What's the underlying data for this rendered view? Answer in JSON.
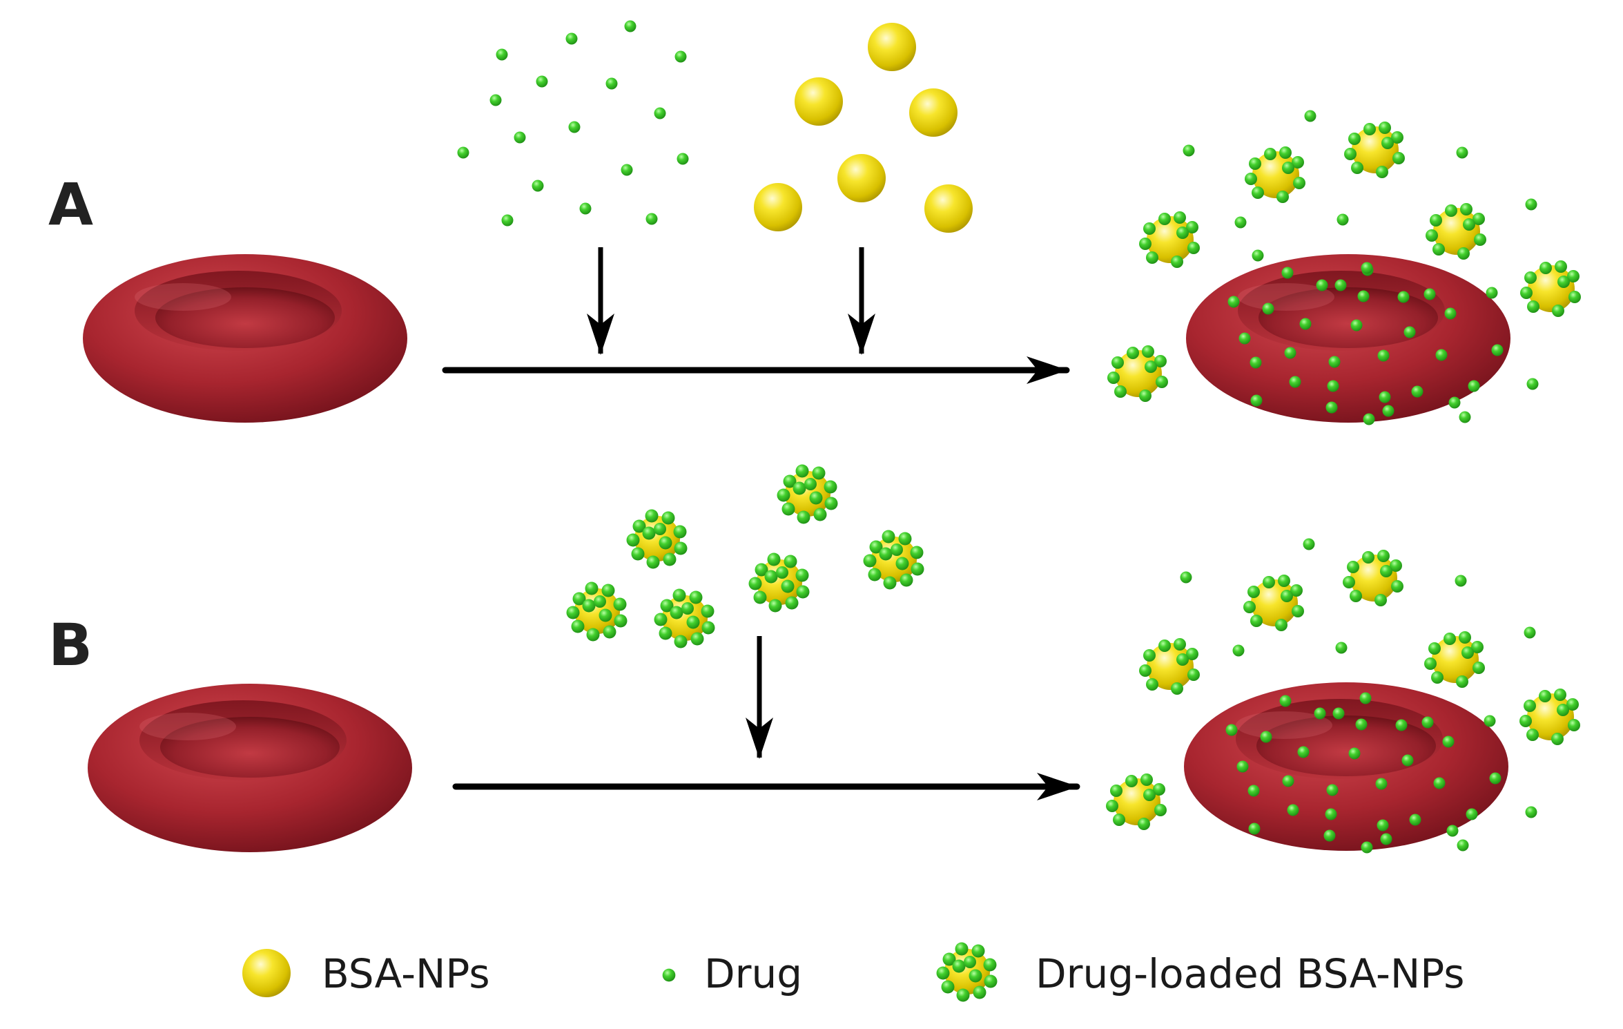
{
  "panels": [
    {
      "label": "A"
    },
    {
      "label": "B"
    }
  ],
  "legend": {
    "bsa_nps": "BSA-NPs",
    "drug": "Drug",
    "drug_loaded": "Drug-loaded BSA-NPs"
  },
  "colors": {
    "rbc": "#a8252f",
    "nanoparticle": "#f2e01e",
    "drug": "#3ccc2a",
    "arrow": "#000000"
  }
}
